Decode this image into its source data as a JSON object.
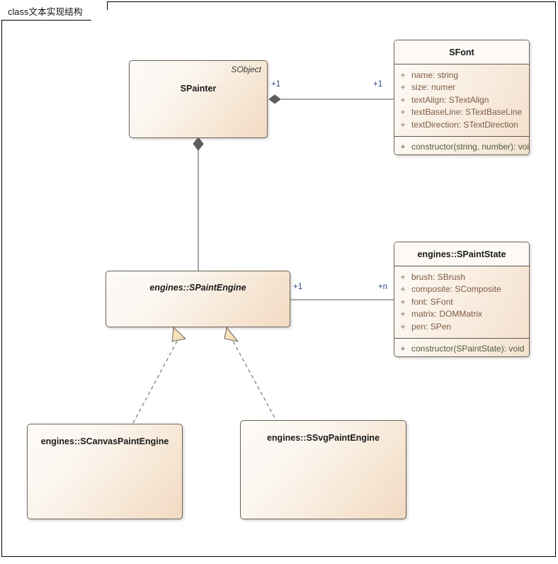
{
  "frame": {
    "title": "class文本实现结构"
  },
  "classes": {
    "spainter": {
      "name": "SPainter",
      "stereotype": "SObject"
    },
    "sfont": {
      "name": "SFont",
      "attributes": [
        {
          "visibility": "+",
          "text": "name: string"
        },
        {
          "visibility": "+",
          "text": "size: numer"
        },
        {
          "visibility": "+",
          "text": "textAlign: STextAlign"
        },
        {
          "visibility": "+",
          "text": "textBaseLine: STextBaseLine"
        },
        {
          "visibility": "+",
          "text": "textDirection: STextDirection"
        }
      ],
      "operations": [
        {
          "visibility": "+",
          "text": "constructor(string, number): void"
        }
      ]
    },
    "spaintengine": {
      "name": "engines::SPaintEngine"
    },
    "spaintstate": {
      "name": "engines::SPaintState",
      "attributes": [
        {
          "visibility": "+",
          "text": "brush: SBrush"
        },
        {
          "visibility": "+",
          "text": "composite: SComposite"
        },
        {
          "visibility": "+",
          "text": "font: SFont"
        },
        {
          "visibility": "+",
          "text": "matrix: DOMMatrix"
        },
        {
          "visibility": "+",
          "text": "pen: SPen"
        }
      ],
      "operations": [
        {
          "visibility": "+",
          "text": "constructor(SPaintState): void"
        }
      ]
    },
    "scanvaspaintengine": {
      "name": "engines::SCanvasPaintEngine"
    },
    "ssvgpaintengine": {
      "name": "engines::SSvgPaintEngine"
    }
  },
  "relations": {
    "painter_font": {
      "source_mult": "+1",
      "target_mult": "+1"
    },
    "engine_state": {
      "source_mult": "+1",
      "target_mult": "+n"
    }
  },
  "colors": {
    "box_border": "#6b6257",
    "header_fill": "#fcf9f6",
    "body_fill": "#f4e1cf",
    "attr_text": "#7c5c45",
    "op_text": "#4b5b3b",
    "mult_text": "#27457a",
    "line": "#5a5a5a",
    "arrow_fill": "#f7e0ba"
  }
}
